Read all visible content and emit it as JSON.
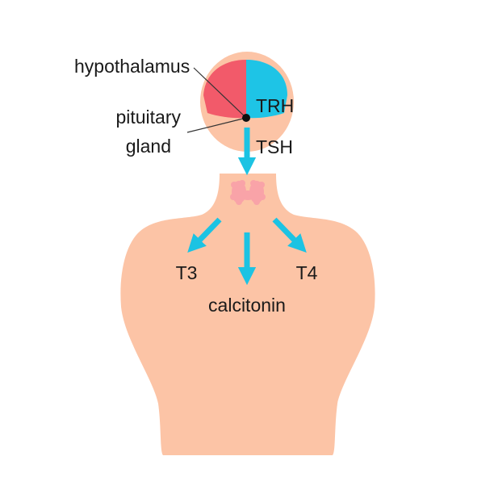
{
  "labels": {
    "hypothalamus": "hypothalamus",
    "pituitary_line1": "pituitary",
    "pituitary_line2": "gland",
    "trh": "TRH",
    "tsh": "TSH",
    "t3": "T3",
    "t4": "T4",
    "calcitonin": "calcitonin"
  },
  "colors": {
    "skin": "#fcc4a6",
    "hypothalamus": "#f25a6a",
    "pituitary_region": "#1ec4e6",
    "arrow": "#1cc3e3",
    "thyroid": "#f9a3a8",
    "pituitary_dot": "#111111",
    "leader_line": "#333333",
    "text": "#1a1a1a"
  }
}
